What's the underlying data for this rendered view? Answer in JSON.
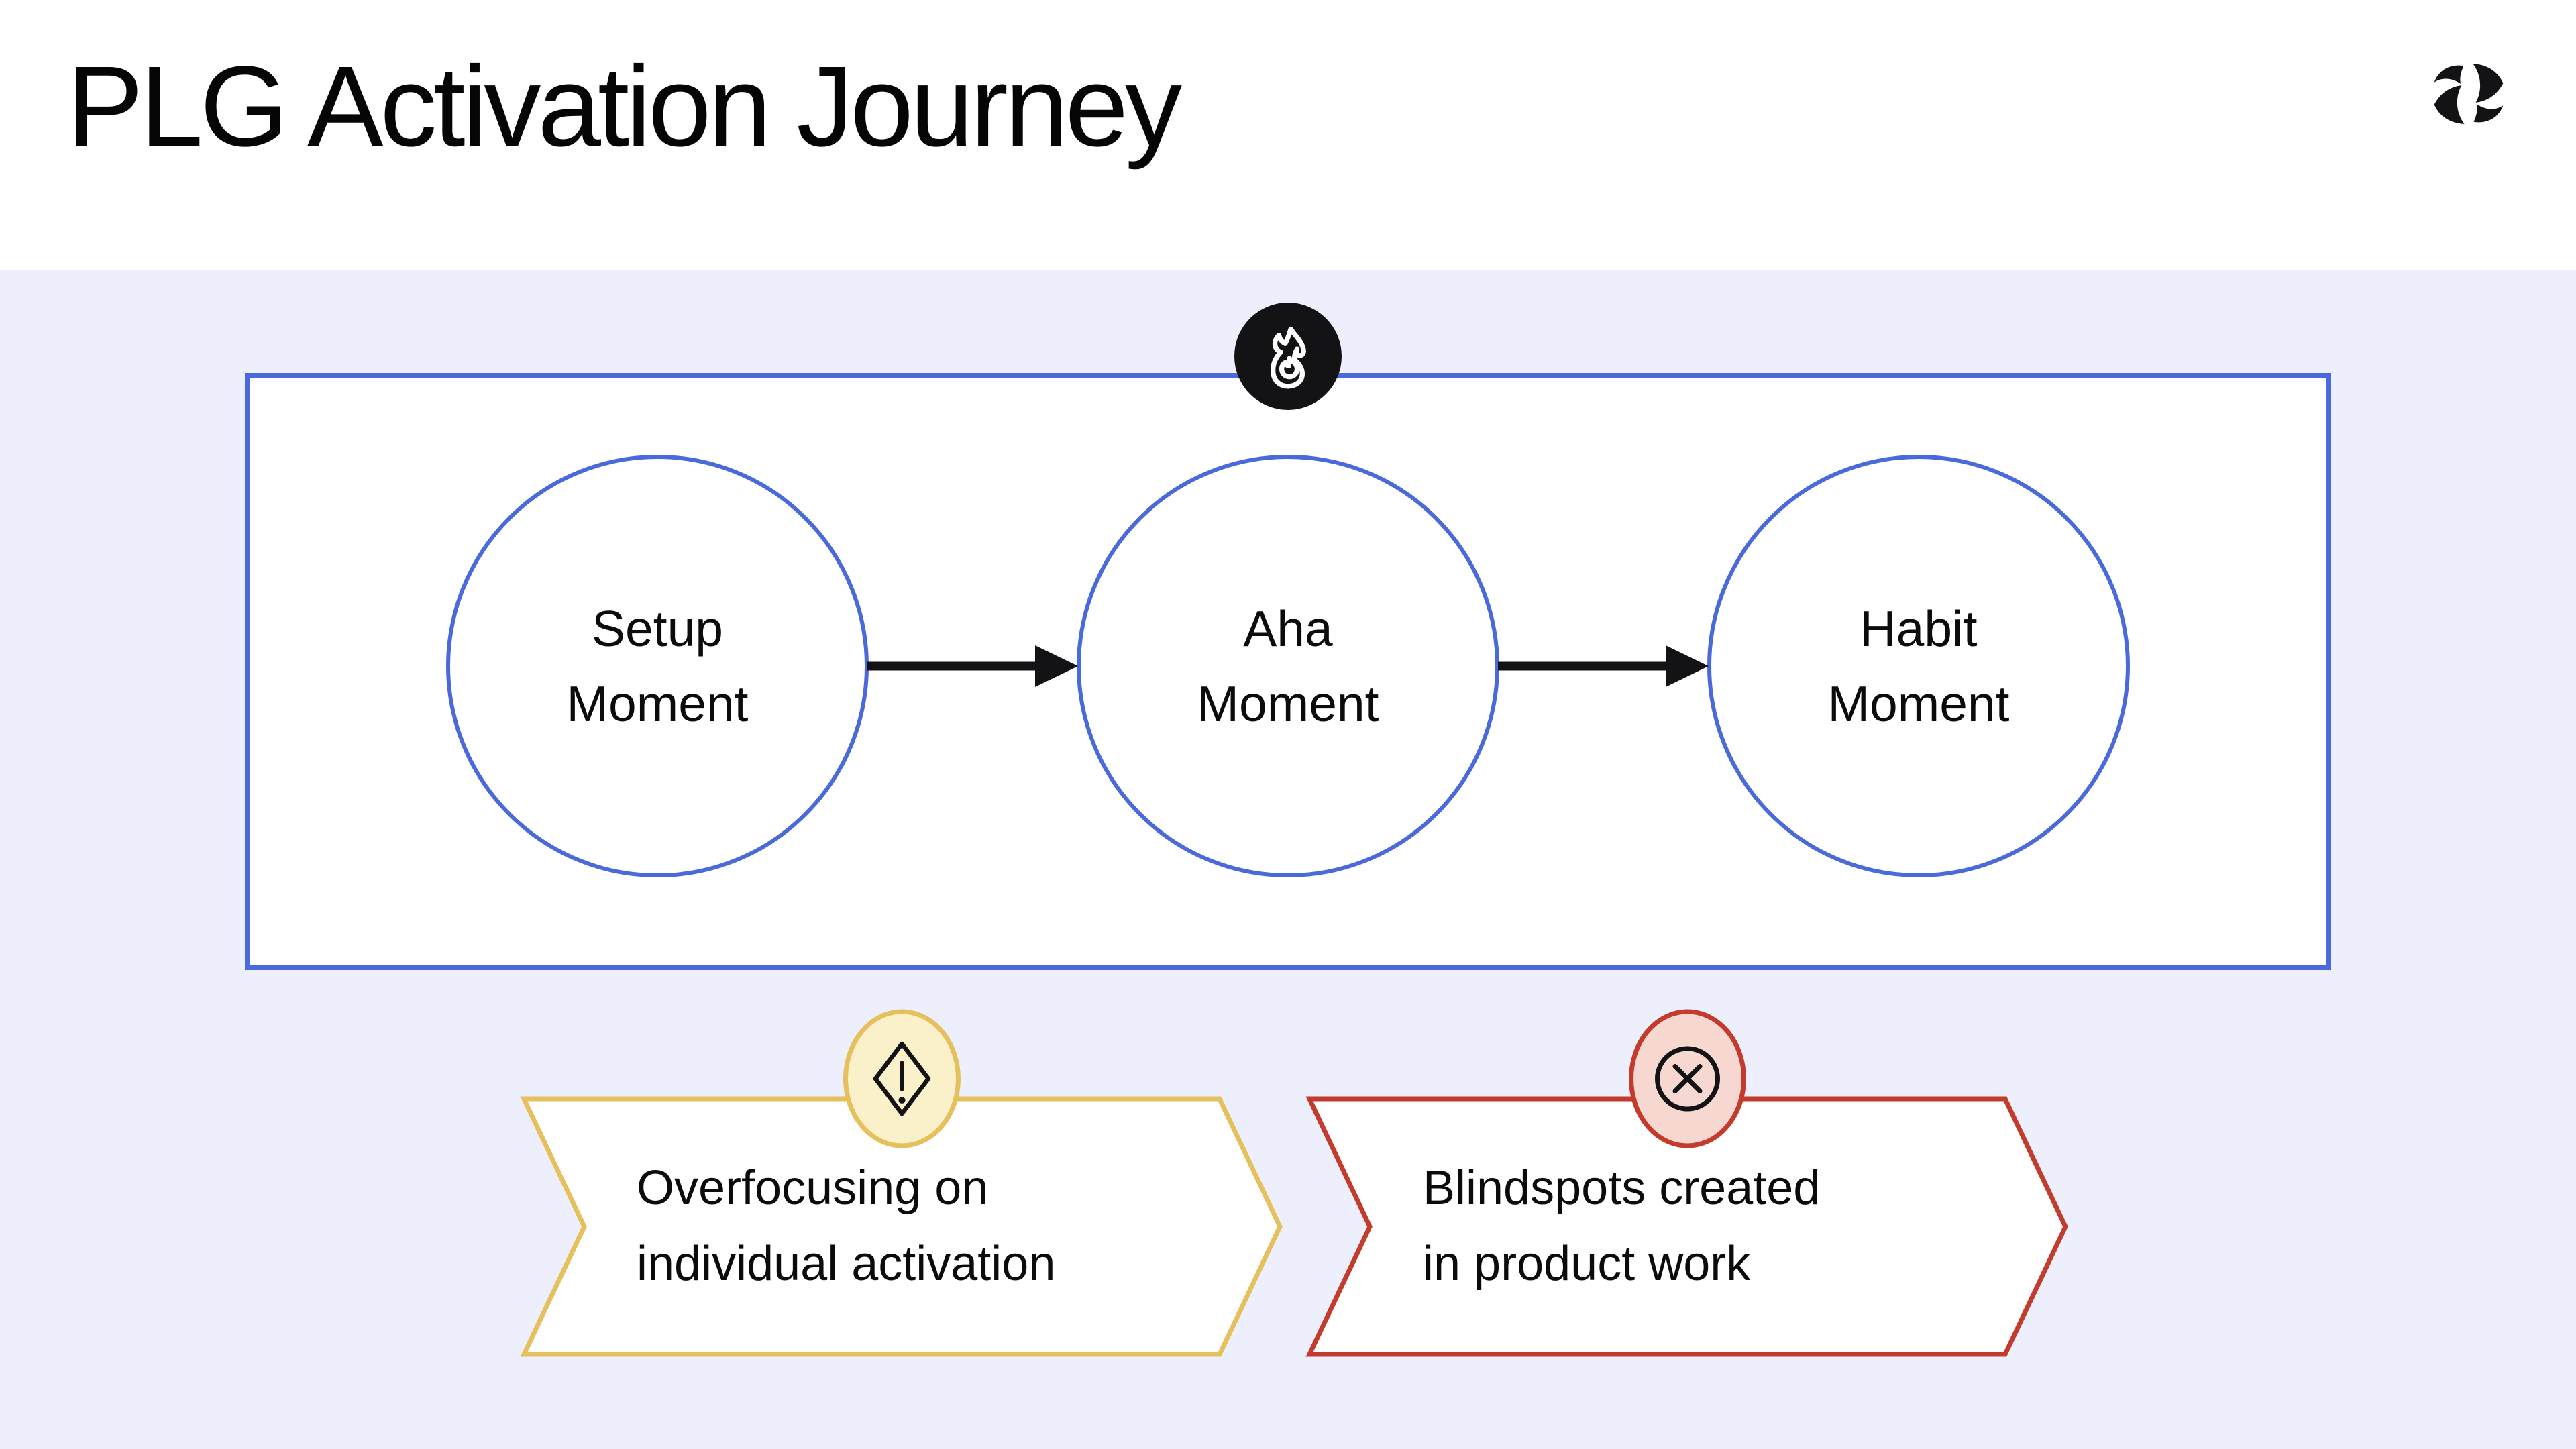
{
  "header": {
    "title": "PLG Activation Journey",
    "logo_icon": "pinwheel-logo-icon"
  },
  "diagram": {
    "container": {
      "name": "activation journey container",
      "border_color": "#4A69DA",
      "badge_icon": "flame-icon",
      "badge_background": "#131316"
    },
    "nodes": [
      {
        "line1": "Setup",
        "line2": "Moment"
      },
      {
        "line1": "Aha",
        "line2": "Moment"
      },
      {
        "line1": "Habit",
        "line2": "Moment"
      }
    ],
    "connector_icon": "arrow-right-icon",
    "node_border_color": "#4A69DA"
  },
  "warnings": [
    {
      "line1": "Overfocusing on",
      "line2": "individual activation",
      "icon": "warning-diamond-icon",
      "accent_color": "#E5C05C",
      "badge_fill": "#FAF0C9"
    },
    {
      "line1": "Blindspots created",
      "line2": "in product work",
      "icon": "x-circle-icon",
      "accent_color": "#C33B2C",
      "badge_fill": "#F7D8D1"
    }
  ],
  "colors": {
    "header_background": "#FFFFFF",
    "stage_background": "#EDF0FC",
    "text": "#0B0B0D",
    "icon_black": "#131316"
  }
}
